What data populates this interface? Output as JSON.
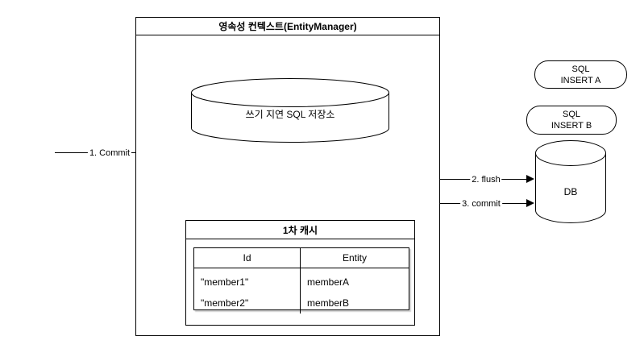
{
  "diagram": {
    "colors": {
      "line": "#000000",
      "background": "#ffffff"
    },
    "entity_manager_box": {
      "title": "영속성 컨텍스트(EntityManager)"
    },
    "sql_store_cylinder": {
      "label": "쓰기 지연 SQL 저장소"
    },
    "cache_box": {
      "title": "1차 캐시",
      "table": {
        "headers": [
          "Id",
          "Entity"
        ],
        "rows": [
          [
            "\"member1\"",
            "memberA"
          ],
          [
            "\"member2\"",
            "memberB"
          ]
        ]
      }
    },
    "sql_insert_a": {
      "line1": "SQL",
      "line2": "INSERT A"
    },
    "sql_insert_b": {
      "line1": "SQL",
      "line2": "INSERT B"
    },
    "db_cylinder": {
      "label": "DB"
    },
    "arrows": [
      {
        "label": "1. Commit"
      },
      {
        "label": "2. flush"
      },
      {
        "label": "3. commit"
      }
    ]
  }
}
